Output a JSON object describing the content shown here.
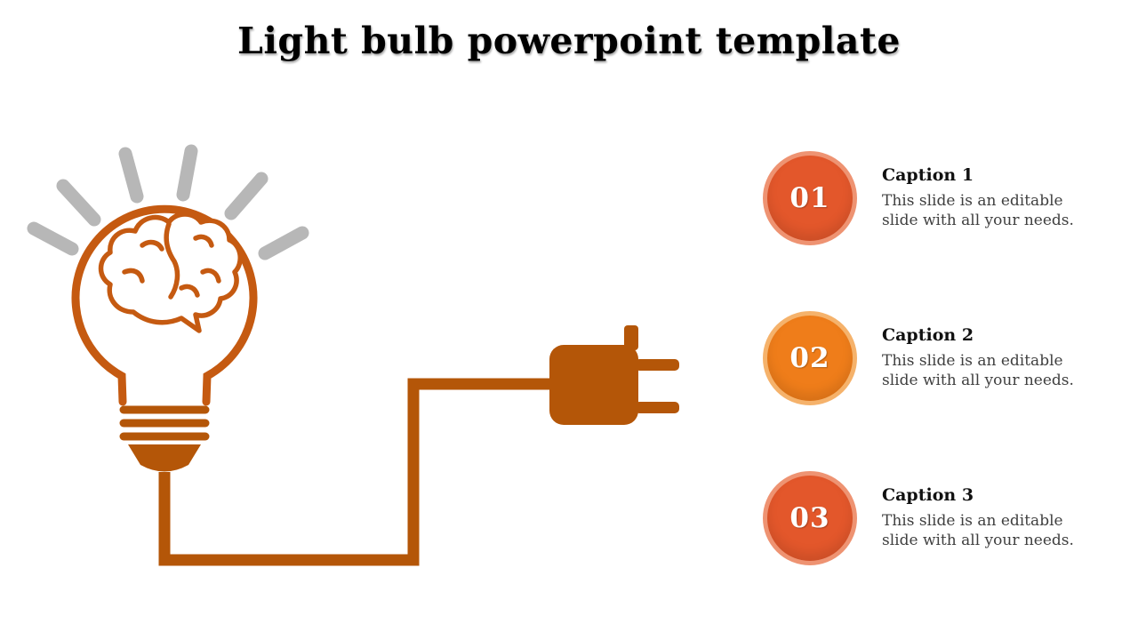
{
  "slide": {
    "title": "Light bulb powerpoint template"
  },
  "colors": {
    "background": "#ffffff",
    "title": "#000000",
    "heading": "#111111",
    "body": "#3f3f3f",
    "number": "#ffffff",
    "bulb_outline": "#c55a11",
    "brain": "#c55a11",
    "rays": "#b7b7b7",
    "wire": "#b45608"
  },
  "icons": {
    "bulb": "light-bulb-icon",
    "brain": "brain-icon",
    "rays": "light-rays-icon",
    "cord": "power-cord",
    "plug": "power-plug-icon"
  },
  "items": [
    {
      "number": "01",
      "heading": "Caption 1",
      "body": "This slide is an editable slide with all your needs.",
      "fill": "#e3572b",
      "ring": "#ee9372"
    },
    {
      "number": "02",
      "heading": "Caption 2",
      "body": "This slide is an editable slide with all your needs.",
      "fill": "#ef7d1a",
      "ring": "#f5b26b"
    },
    {
      "number": "03",
      "heading": "Caption 3",
      "body": "This slide is an editable slide with all your needs.",
      "fill": "#e3572b",
      "ring": "#ee9372"
    }
  ]
}
